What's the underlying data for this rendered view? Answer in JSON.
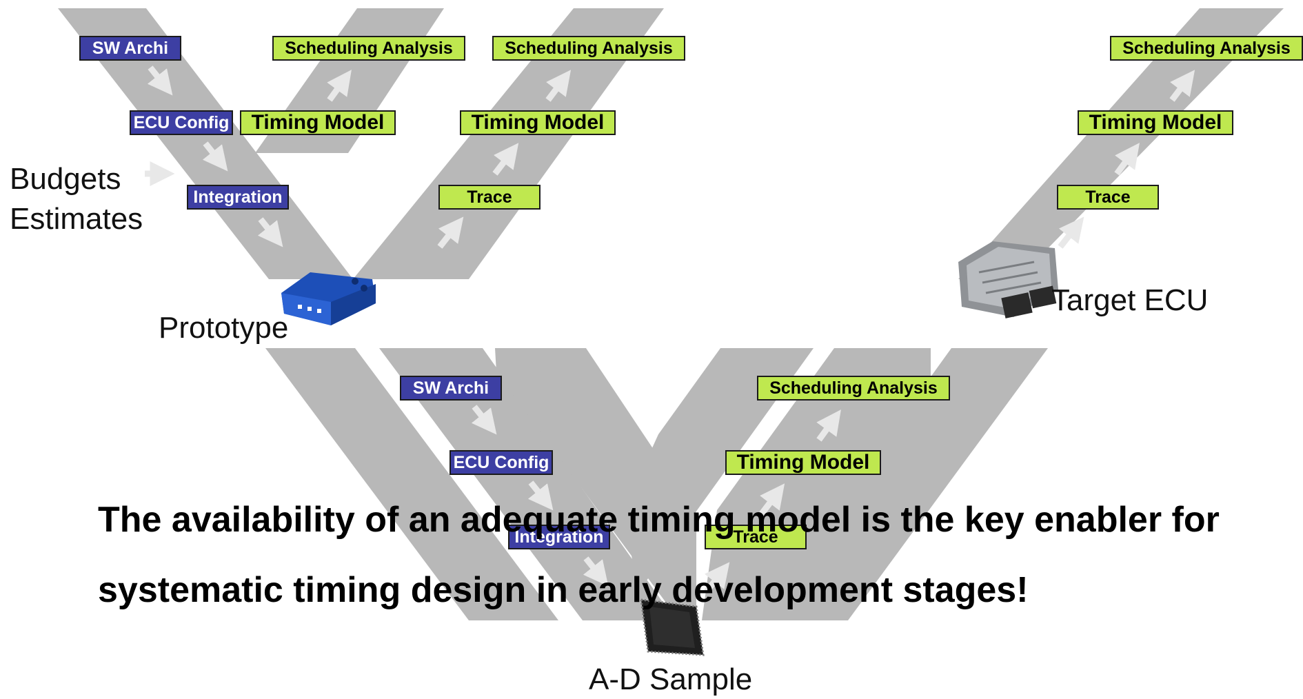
{
  "diagram": {
    "left_v": {
      "left_arm": [
        "SW Archi",
        "ECU Config",
        "Integration"
      ],
      "right_arm": [
        "Timing Model",
        "Scheduling Analysis"
      ],
      "inputs": [
        "Budgets",
        "Estimates"
      ],
      "device_label": "Prototype"
    },
    "middle_v": {
      "right_arm": [
        "Trace",
        "Timing Model",
        "Scheduling Analysis"
      ]
    },
    "right_v": {
      "right_arm": [
        "Trace",
        "Timing Model",
        "Scheduling Analysis"
      ],
      "device_label": "Target ECU"
    },
    "bottom_v": {
      "left_arm": [
        "SW Archi",
        "ECU Config",
        "Integration"
      ],
      "right_arm": [
        "Trace",
        "Timing Model",
        "Scheduling Analysis"
      ],
      "device_label": "A-D Sample"
    },
    "headline": [
      "The availability of an adequate timing model is the key enabler for",
      "systematic timing design in early development stages!"
    ],
    "colors": {
      "band": "#b8b8b8",
      "arrow": "#e8e8e8",
      "design_box": "#3d3fa3",
      "analysis_box": "#bfe84f"
    },
    "icons": [
      "prototype-device-icon",
      "target-ecu-icon",
      "microchip-icon"
    ]
  }
}
